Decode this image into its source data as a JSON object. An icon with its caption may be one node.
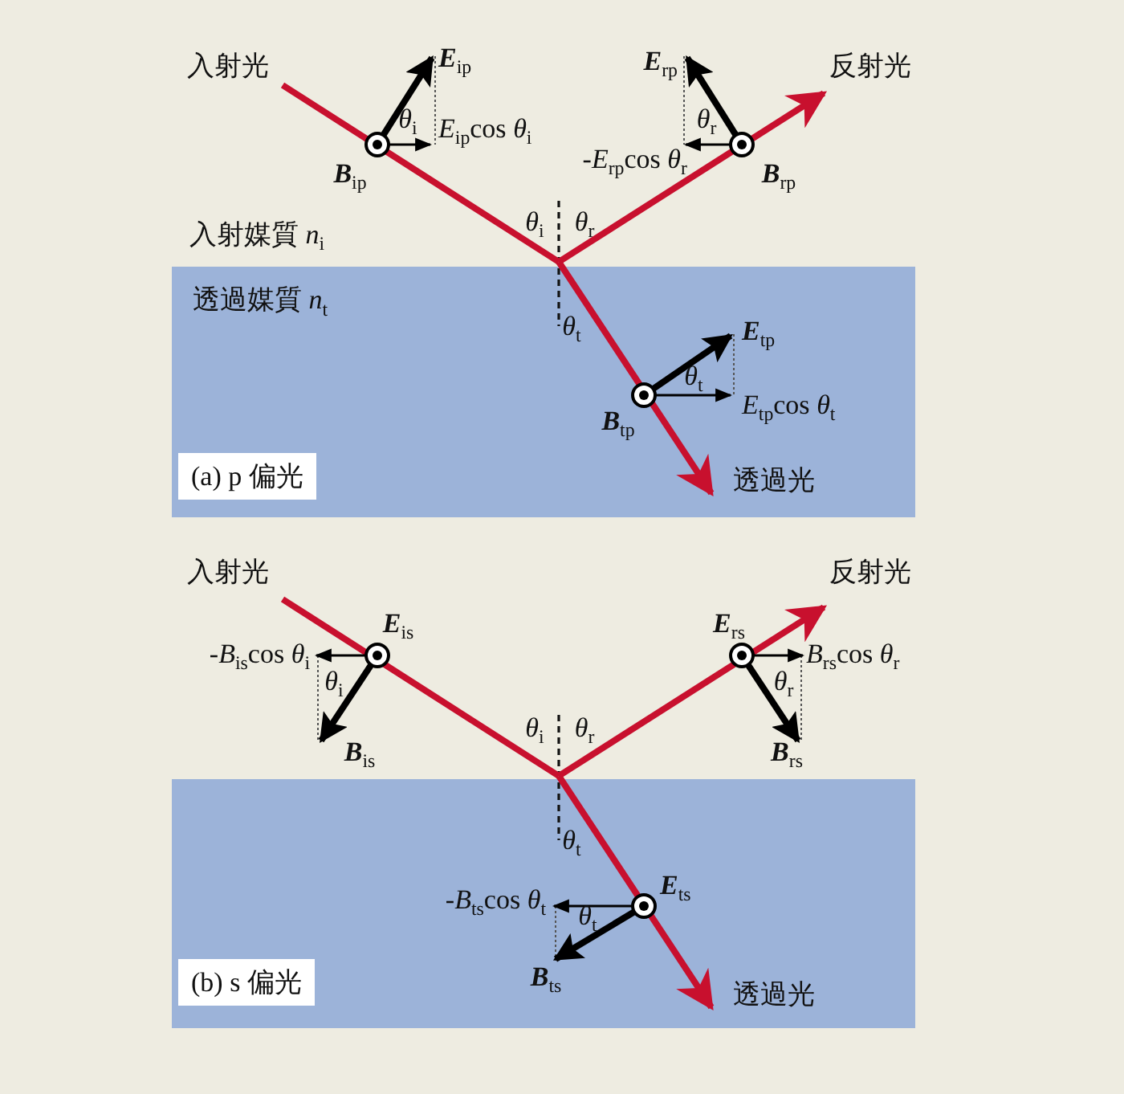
{
  "diagram": {
    "nodes": [
      {
        "text": [
          "透過媒質 *n*$_{t}$"
        ]
      },
      {
        "text": [
          "(a) p 偏光"
        ],
        "in": 0
      },
      {
        "text": [],
        "shape": "box"
      },
      {
        "text": [
          "(b) s 偏光"
        ],
        "in": 2
      }
    ],
    "labels": [
      "入射光",
      "**E**$_{ip}$",
      "**E**$_{rp}$",
      "反射光",
      "*θ*$_{i}$",
      "*E*$_{ip}$cos *θ*$_{i}$",
      "*θ*$_{r}$",
      "**B**$_{ip}$",
      "-*E*$_{rp}$cos *θ*$_{r}$",
      "**B**$_{rp}$",
      "入射媒質 *n*$_{i}$",
      "*θ*$_{i}$",
      "*θ*$_{r}$",
      "*θ*$_{t}$",
      "**E**$_{tp}$",
      "*θ*$_{t}$",
      "**B**$_{tp}$",
      "*E*$_{tp}$cos *θ*$_{t}$",
      "透過光",
      "入射光",
      "反射光",
      "**E**$_{is}$",
      "**E**$_{rs}$",
      "-*B*$_{is}$cos *θ*$_{i}$",
      "*B*$_{rs}$cos *θ*$_{r}$",
      "*θ*$_{i}$",
      "*θ*$_{r}$",
      "**B**$_{is}$",
      "*θ*$_{i}$",
      "*θ*$_{r}$",
      "**B**$_{rs}$",
      "*θ*$_{t}$",
      "-*B*$_{ts}$cos *θ*$_{t}$",
      "**E**$_{ts}$",
      "*θ*$_{t}$",
      "**B**$_{ts}$",
      "透過光"
    ]
  }
}
